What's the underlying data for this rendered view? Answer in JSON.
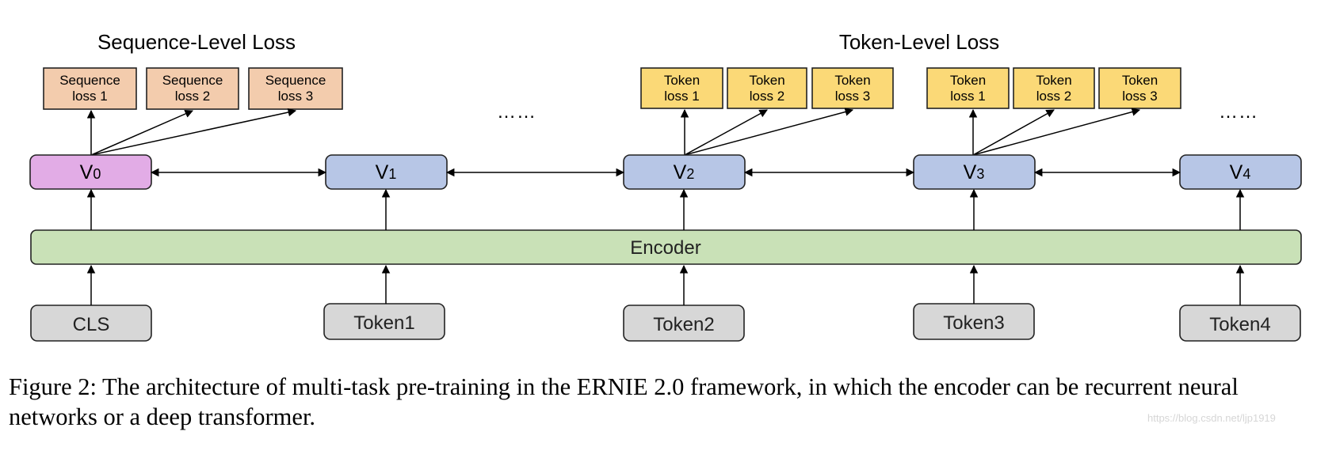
{
  "headings": {
    "sequence": "Sequence-Level Loss",
    "token": "Token-Level Loss"
  },
  "ellipsis": "……",
  "seq_losses": [
    {
      "line1": "Sequence",
      "line2": "loss 1"
    },
    {
      "line1": "Sequence",
      "line2": "loss 2"
    },
    {
      "line1": "Sequence",
      "line2": "loss 3"
    }
  ],
  "token_losses_a": [
    {
      "line1": "Token",
      "line2": "loss 1"
    },
    {
      "line1": "Token",
      "line2": "loss 2"
    },
    {
      "line1": "Token",
      "line2": "loss 3"
    }
  ],
  "token_losses_b": [
    {
      "line1": "Token",
      "line2": "loss 1"
    },
    {
      "line1": "Token",
      "line2": "loss 2"
    },
    {
      "line1": "Token",
      "line2": "loss 3"
    }
  ],
  "vectors": [
    {
      "base": "V",
      "sub": "0"
    },
    {
      "base": "V",
      "sub": "1"
    },
    {
      "base": "V",
      "sub": "2"
    },
    {
      "base": "V",
      "sub": "3"
    },
    {
      "base": "V",
      "sub": "4"
    }
  ],
  "encoder": "Encoder",
  "inputs": [
    "CLS",
    "Token1",
    "Token2",
    "Token3",
    "Token4"
  ],
  "caption": "Figure 2: The architecture of multi-task pre-training in the ERNIE 2.0 framework, in which the encoder can be recurrent neural networks or a deep transformer.",
  "watermark": "https://blog.csdn.net/ljp1919",
  "colors": {
    "seq_loss": "#f3ccad",
    "token_loss": "#fbd977",
    "v0": "#e2ace6",
    "v": "#b7c6e6",
    "encoder": "#c9e1b7",
    "input": "#d7d7d7"
  }
}
